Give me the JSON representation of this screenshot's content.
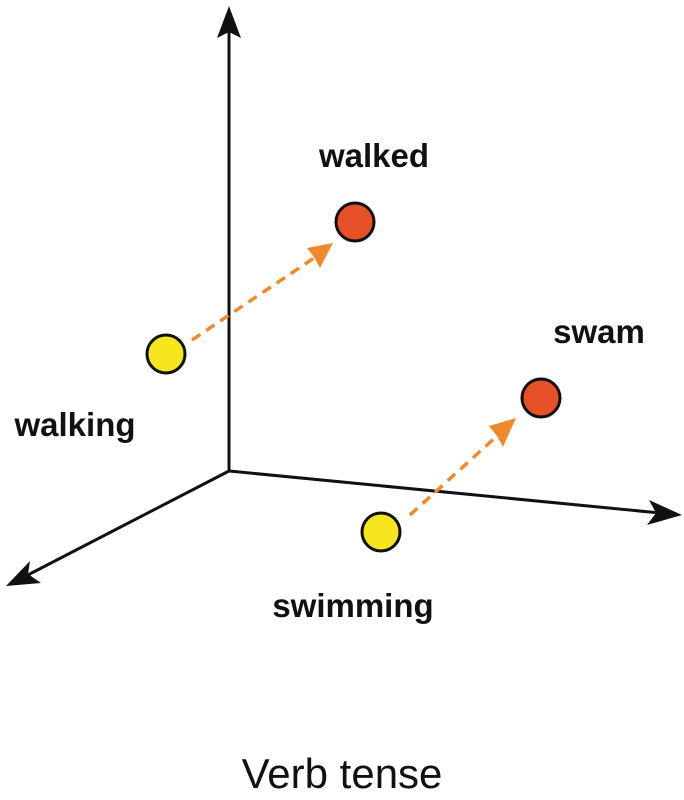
{
  "caption": "Verb tense",
  "words": {
    "walking": "walking",
    "walked": "walked",
    "swimming": "swimming",
    "swam": "swam"
  },
  "colors": {
    "axis": "#111111",
    "present_point": "#f5e61e",
    "past_point": "#e8502a",
    "relation_arrow": "#ef8a2c",
    "point_outline": "#111111"
  },
  "relations": [
    {
      "from": "walking",
      "to": "walked"
    },
    {
      "from": "swimming",
      "to": "swam"
    }
  ]
}
